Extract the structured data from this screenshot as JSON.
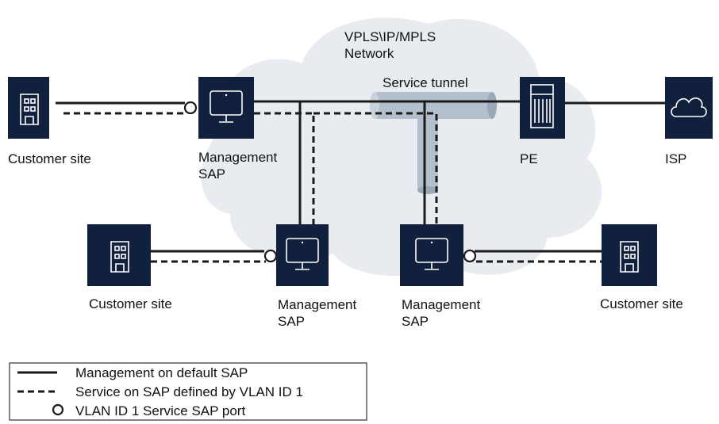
{
  "network": {
    "title_line1": "VPLS\\IP/MPLS",
    "title_line2": "Network",
    "tunnel_label": "Service tunnel"
  },
  "nodes": {
    "customer_site_1": "Customer site",
    "management_sap_1_line1": "Management",
    "management_sap_1_line2": "SAP",
    "pe": "PE",
    "isp": "ISP",
    "customer_site_2": "Customer site",
    "management_sap_2_line1": "Management",
    "management_sap_2_line2": "SAP",
    "management_sap_3_line1": "Management",
    "management_sap_3_line2": "SAP",
    "customer_site_3": "Customer site"
  },
  "legend": {
    "items": [
      {
        "style": "solid",
        "label": "Management on default SAP"
      },
      {
        "style": "dashed",
        "label": "Service on SAP defined by VLAN ID 1"
      },
      {
        "style": "port",
        "label": "VLAN ID 1 Service SAP port"
      }
    ]
  },
  "colors": {
    "node_fill": "#10203d",
    "cloud_fill": "#e8ecf1",
    "tunnel_fill": "#b3bfcc",
    "line": "#1a1a1a"
  },
  "icons": [
    "building-icon",
    "monitor-icon",
    "server-rack-icon",
    "cloud-icon"
  ]
}
